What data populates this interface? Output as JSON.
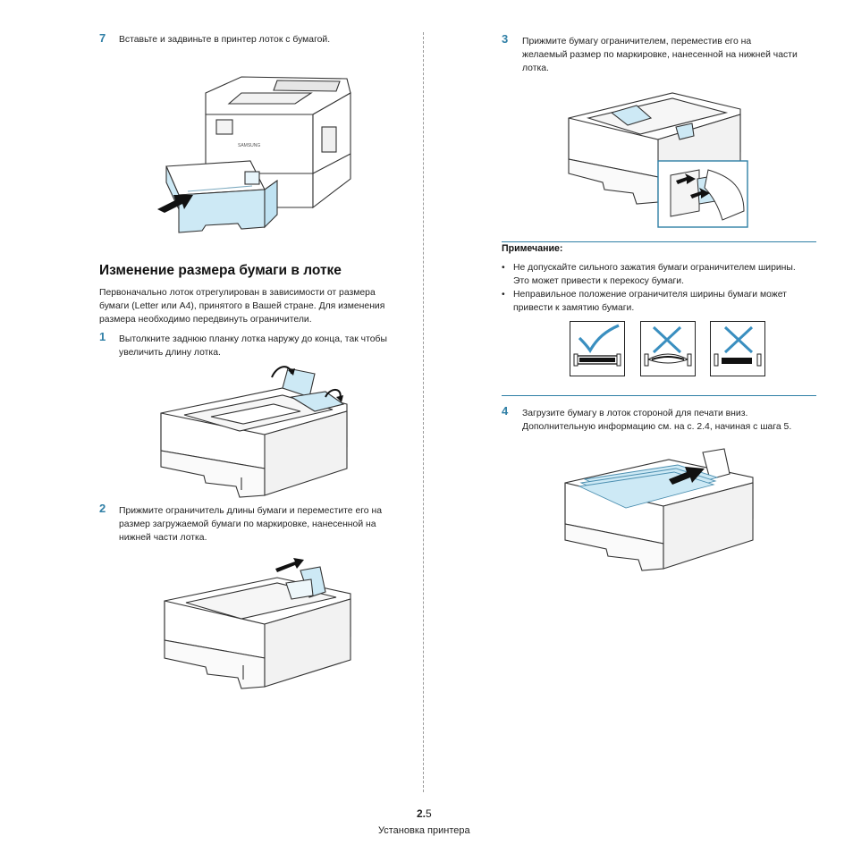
{
  "left": {
    "step7": {
      "num": "7",
      "text": "Вставьте и задвиньте в принтер лоток с бумагой."
    },
    "heading": "Изменение размера бумаги в лотке",
    "intro": [
      "Первоначально лоток отрегулирован в зависимости от размера",
      "бумаги (Letter или A4), принятого в Вашей стране. Для изменения",
      "размера необходимо передвинуть ограничители."
    ],
    "step1": {
      "num": "1",
      "lines": [
        "Вытолкните заднюю планку лотка наружу до конца, так чтобы",
        "увеличить длину лотка."
      ]
    },
    "step2": {
      "num": "2",
      "lines": [
        "Прижмите ограничитель длины бумаги и переместите его на",
        "размер загружаемой бумаги по маркировке, нанесенной на",
        "нижней части лотка."
      ]
    }
  },
  "right": {
    "step3": {
      "num": "3",
      "lines": [
        "Прижмите бумагу ограничителем, переместив его на",
        "желаемый размер по маркировке, нанесенной на нижней части",
        "лотка."
      ]
    },
    "note_title": "Примечание:",
    "bullets": [
      [
        "Не допускайте сильного зажатия бумаги ограничителем ширины.",
        "Это может привести к перекосу бумаги."
      ],
      [
        "Неправильное положение ограничителя ширины бумаги может",
        "привести к замятию бумаги."
      ]
    ],
    "step4": {
      "num": "4",
      "lines": [
        "Загрузите бумагу в лоток стороной для печати вниз.",
        "Дополнительную информацию см. на с. 2.4, начиная с шага 5."
      ]
    }
  },
  "illustrations": {
    "printer_brand": "SAMSUNG",
    "accent_color": "#7fc6e6",
    "check_icon": "check-mark-icon",
    "cross_icon": "cross-mark-icon"
  },
  "footer": {
    "chapter": "2.",
    "page": "5",
    "title": "Установка принтера"
  }
}
